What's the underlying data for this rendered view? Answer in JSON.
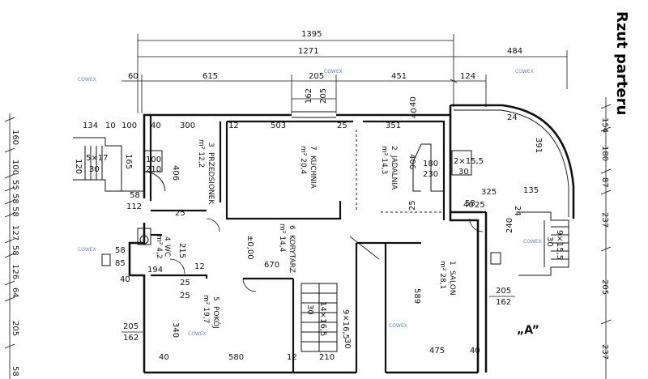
{
  "title": "Rzut parteru",
  "section_marker": "„A”",
  "dimensions": {
    "top_total": "1395",
    "top_main": "1271",
    "top_right": "484",
    "top_row3": [
      "60",
      "615",
      "205",
      "451",
      "124"
    ],
    "top_row4": [
      "162",
      "205"
    ],
    "interior_top": [
      "134",
      "10",
      "100",
      "40",
      "300",
      "12",
      "503",
      "25",
      "351",
      "40"
    ],
    "interior_misc": [
      "120",
      "165",
      "406",
      "406",
      "58",
      "112",
      "25",
      "25",
      "58",
      "85",
      "40",
      "194",
      "12",
      "670",
      "215",
      "25",
      "25",
      "40",
      "58",
      "25",
      "24",
      "325",
      "135",
      "240",
      "24"
    ],
    "bottom": [
      "40",
      "580",
      "12",
      "210",
      "475",
      "40"
    ],
    "left_window": [
      "205",
      "162"
    ],
    "right_window": [
      "205",
      "162"
    ],
    "left_edge": [
      "160",
      "100",
      "55",
      "58",
      "58",
      "127",
      "58",
      "126",
      "64",
      "205",
      "58"
    ],
    "right_edge": [
      "154",
      "180",
      "87",
      "237",
      "205",
      "237"
    ],
    "room_540": "340",
    "salon_height": "589",
    "right_391": "391"
  },
  "rooms": [
    {
      "number": "1",
      "name": "SALON",
      "area": "m² 28,1"
    },
    {
      "number": "2",
      "name": "JADALNIA",
      "area": "m² 14,3"
    },
    {
      "number": "3",
      "name": "PRZEDSIONEK",
      "area": "m² 12,2"
    },
    {
      "number": "4",
      "name": "WC",
      "area": "m² 4,2"
    },
    {
      "number": "5",
      "name": "POKÓJ",
      "area": "m² 19,7"
    },
    {
      "number": "6",
      "name": "KORYTARZ",
      "area": "m² 14,4"
    },
    {
      "number": "7",
      "name": "KUCHNIA",
      "area": "m² 20,4"
    }
  ],
  "openings": {
    "entry_stair": [
      "5×17",
      "30"
    ],
    "door_100_210": [
      "100",
      "210"
    ],
    "door_180_230": [
      "180",
      "230"
    ],
    "stair_215_5": [
      "2×15,5",
      "30"
    ],
    "stair_9_15_5": [
      "9×15,5",
      "30"
    ],
    "stair_14_16_5": [
      "14×16,5",
      "30"
    ],
    "stair_9_16_5": [
      "9×16,5",
      "30"
    ],
    "level": "±0,00"
  },
  "watermark": "COWEX"
}
